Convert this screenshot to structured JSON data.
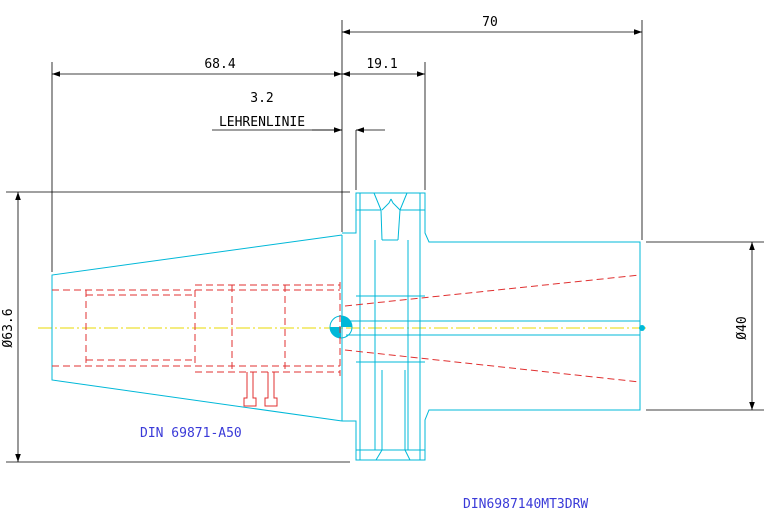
{
  "dimensions": {
    "total_length": "70",
    "taper_length": "68.4",
    "flange_width": "19.1",
    "gauge_offset": "3.2",
    "taper_diameter": "Ø63.6",
    "shank_diameter": "Ø40"
  },
  "labels": {
    "gauge_line": "LEHRENLINIE",
    "standard": "DIN 69871-A50",
    "drawing_name": "DIN6987140MT3DRW"
  },
  "colors": {
    "outline": "#00b8d8",
    "hidden_lines": "#e03030",
    "dimensions": "#000000",
    "text_blue": "#3a3ad8",
    "centerline": "#e8d800"
  }
}
